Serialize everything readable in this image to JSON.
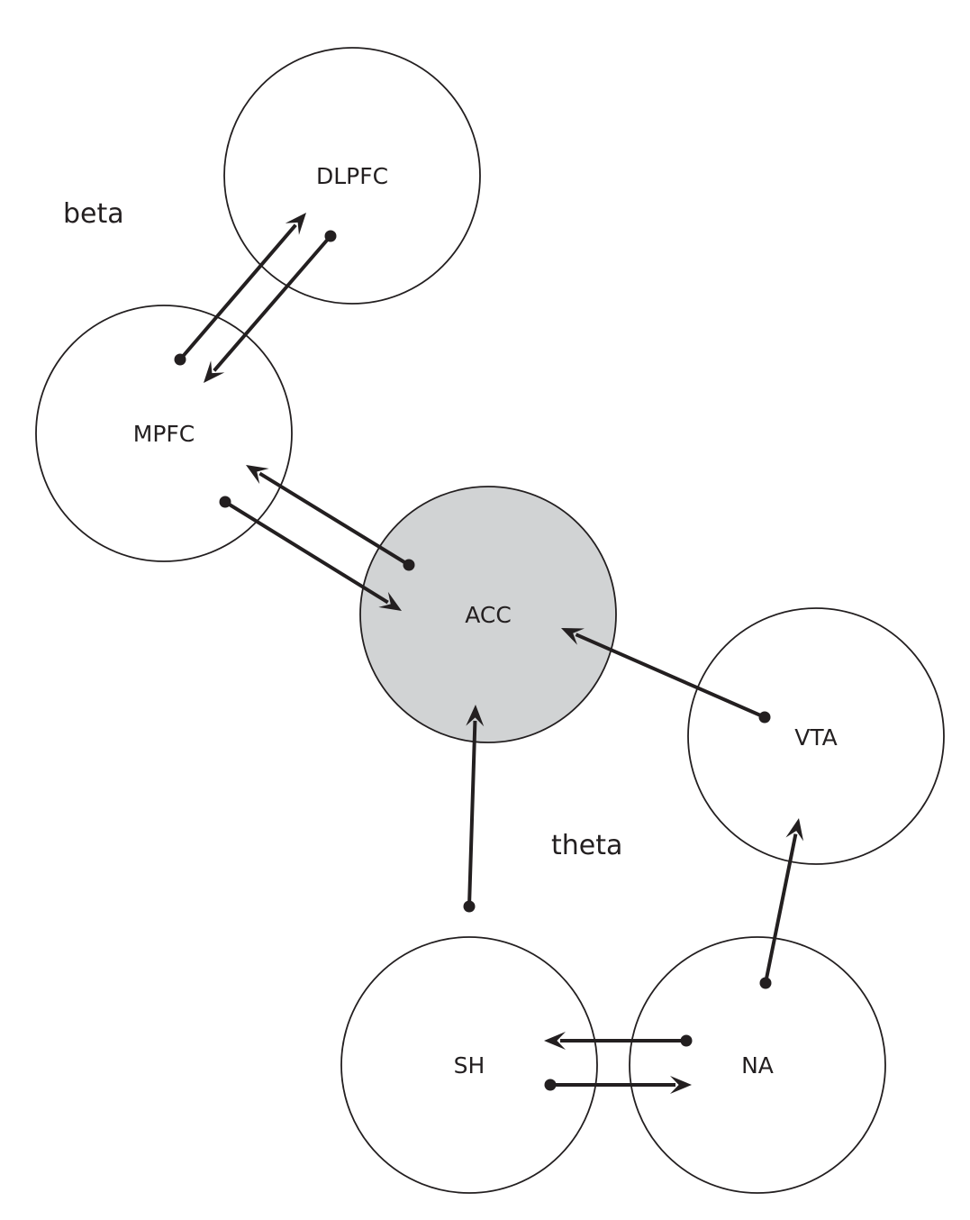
{
  "diagram": {
    "type": "brain-network",
    "colors": {
      "line": "#231f20",
      "highlight_fill": "#d1d3d4",
      "default_fill": "#ffffff"
    },
    "bands": [
      {
        "id": "beta",
        "label": "beta"
      },
      {
        "id": "theta",
        "label": "theta"
      }
    ],
    "nodes": [
      {
        "id": "DLPFC",
        "label": "DLPFC",
        "highlighted": false
      },
      {
        "id": "MPFC",
        "label": "MPFC",
        "highlighted": false
      },
      {
        "id": "ACC",
        "label": "ACC",
        "highlighted": true
      },
      {
        "id": "VTA",
        "label": "VTA",
        "highlighted": false
      },
      {
        "id": "SH",
        "label": "SH",
        "highlighted": false
      },
      {
        "id": "NA",
        "label": "NA",
        "highlighted": false
      }
    ],
    "edges": [
      {
        "from": "MPFC",
        "to": "DLPFC"
      },
      {
        "from": "DLPFC",
        "to": "MPFC"
      },
      {
        "from": "ACC",
        "to": "MPFC"
      },
      {
        "from": "MPFC",
        "to": "ACC"
      },
      {
        "from": "VTA",
        "to": "ACC"
      },
      {
        "from": "SH",
        "to": "ACC"
      },
      {
        "from": "NA",
        "to": "VTA"
      },
      {
        "from": "NA",
        "to": "SH"
      },
      {
        "from": "SH",
        "to": "NA"
      }
    ]
  }
}
